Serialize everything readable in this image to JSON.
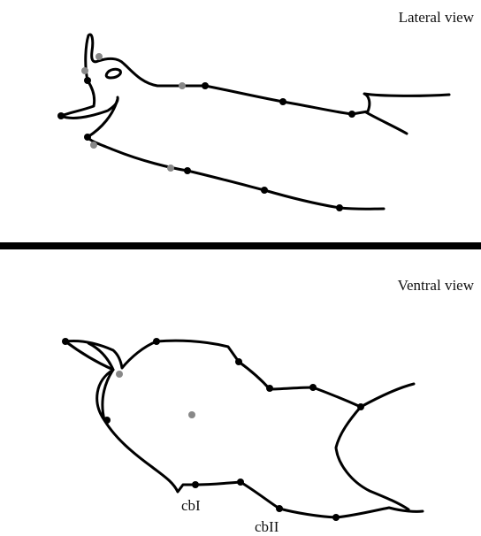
{
  "lateral": {
    "title": "Lateral view"
  },
  "ventral": {
    "title": "Ventral view"
  },
  "labels": {
    "cb1": "cbI",
    "cb2": "cbII"
  },
  "colors": {
    "line": "#000000",
    "landmark_black": "#000000",
    "landmark_gray": "#888888",
    "divider": "#000000"
  }
}
